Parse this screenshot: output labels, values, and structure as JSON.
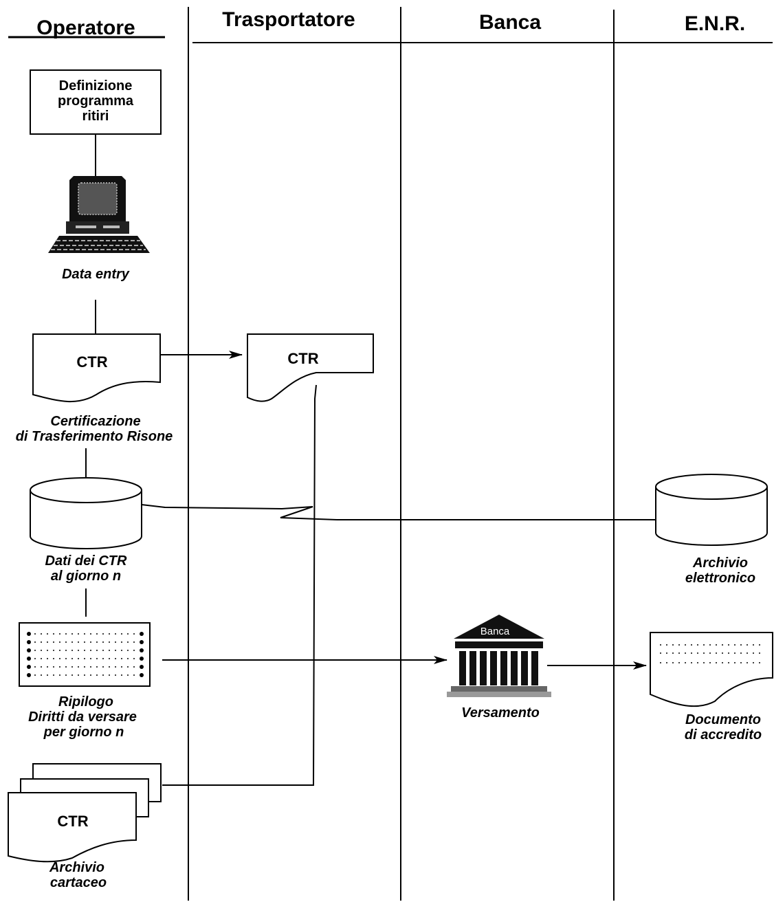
{
  "lanes": {
    "operatore": "Operatore",
    "trasportatore": "Trasportatore",
    "banca": "Banca",
    "enr": "E.N.R."
  },
  "nodes": {
    "definizione": [
      "Definizione",
      "programma",
      "ritiri"
    ],
    "data_entry": "Data entry",
    "ctr_operatore": "CTR",
    "ctr_label": [
      "Certificazione",
      "di Trasferimento Risone"
    ],
    "ctr_trasportatore": "CTR",
    "dati_ctr": [
      "Dati dei CTR",
      "al giorno n"
    ],
    "archivio_elettronico": [
      "Archivio",
      "elettronico"
    ],
    "ripilogo": [
      "Ripilogo",
      "Diritti da versare",
      "per giorno n"
    ],
    "bank_sign": "Banca",
    "versamento": "Versamento",
    "documento": [
      "Documento",
      "di accredito"
    ],
    "ctr_archivio": "CTR",
    "archivio_cartaceo": [
      "Archivio",
      "cartaceo"
    ]
  },
  "icons": {
    "computer": "computer-icon",
    "bank": "bank-building-icon",
    "database": "database-cylinder-icon",
    "document": "document-icon"
  }
}
